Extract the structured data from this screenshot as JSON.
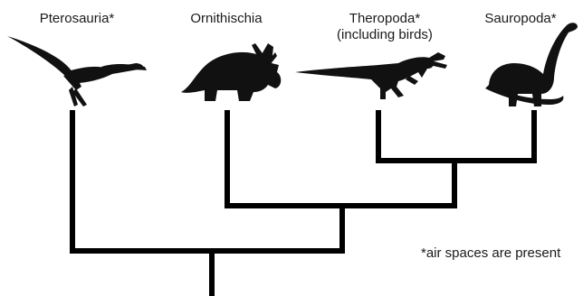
{
  "taxa": [
    {
      "id": "pterosauria",
      "label": "Pterosauria*",
      "silhouette": "pterosaur-silhouette"
    },
    {
      "id": "ornithischia",
      "label": "Ornithischia",
      "silhouette": "triceratops-silhouette"
    },
    {
      "id": "theropoda",
      "label": "Theropoda*",
      "sublabel": "(including birds)",
      "silhouette": "theropod-silhouette"
    },
    {
      "id": "sauropoda",
      "label": "Sauropoda*",
      "silhouette": "sauropod-silhouette"
    }
  ],
  "footnote": "*air spaces are present",
  "colors": {
    "tree": "#000000",
    "silhouette": "#111111",
    "text": "#1a1a1a",
    "background": "#ffffff"
  }
}
